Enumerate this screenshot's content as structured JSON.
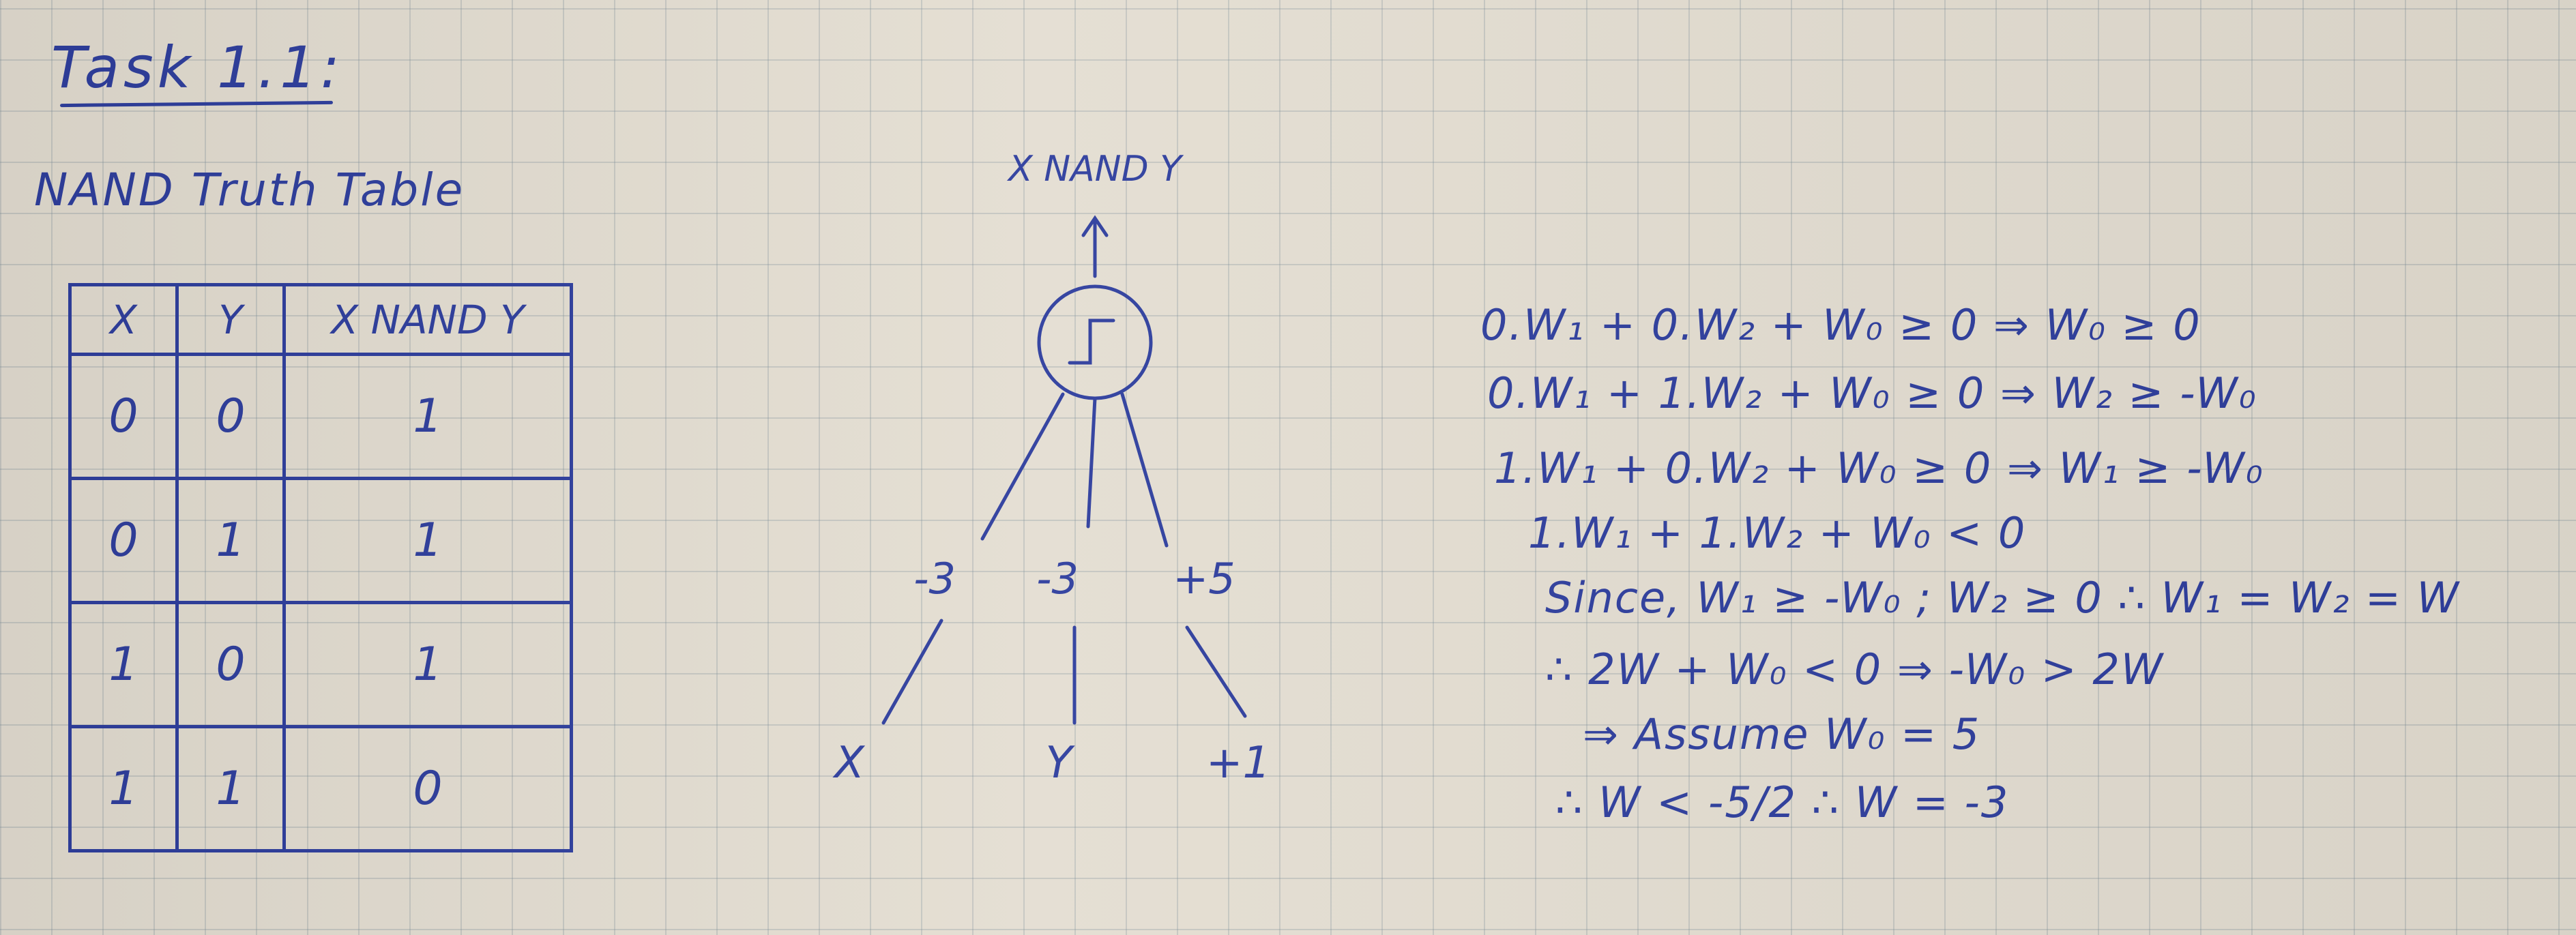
{
  "task": {
    "title": "Task 1.1:"
  },
  "truth_table": {
    "title": "NAND Truth Table",
    "headers": [
      "X",
      "Y",
      "X NAND Y"
    ],
    "rows": [
      [
        "0",
        "0",
        "1"
      ],
      [
        "0",
        "1",
        "1"
      ],
      [
        "1",
        "0",
        "1"
      ],
      [
        "1",
        "1",
        "0"
      ]
    ]
  },
  "perceptron": {
    "output_label": "X NAND Y",
    "weights": [
      "-3",
      "-3",
      "+5"
    ],
    "inputs": [
      "X",
      "Y",
      "+1"
    ],
    "activation_icon": "step-function-icon"
  },
  "derivation": [
    "0.W₁ + 0.W₂ + W₀ ≥ 0 ⇒ W₀ ≥ 0",
    "0.W₁ + 1.W₂ + W₀ ≥ 0 ⇒ W₂ ≥ -W₀",
    "1.W₁ + 0.W₂ + W₀ ≥ 0 ⇒ W₁ ≥ -W₀",
    "1.W₁ + 1.W₂ + W₀ < 0",
    "Since, W₁ ≥ -W₀ ; W₂ ≥ 0 ∴ W₁ = W₂ = W",
    "∴ 2W + W₀ < 0 ⇒ -W₀ > 2W",
    "⇒ Assume W₀ = 5",
    "∴ W < -5/2 ∴ W = -3"
  ],
  "colors": {
    "ink": "#2f3f9e",
    "paper": "#e4ded2",
    "grid": "#8c9aa0"
  }
}
